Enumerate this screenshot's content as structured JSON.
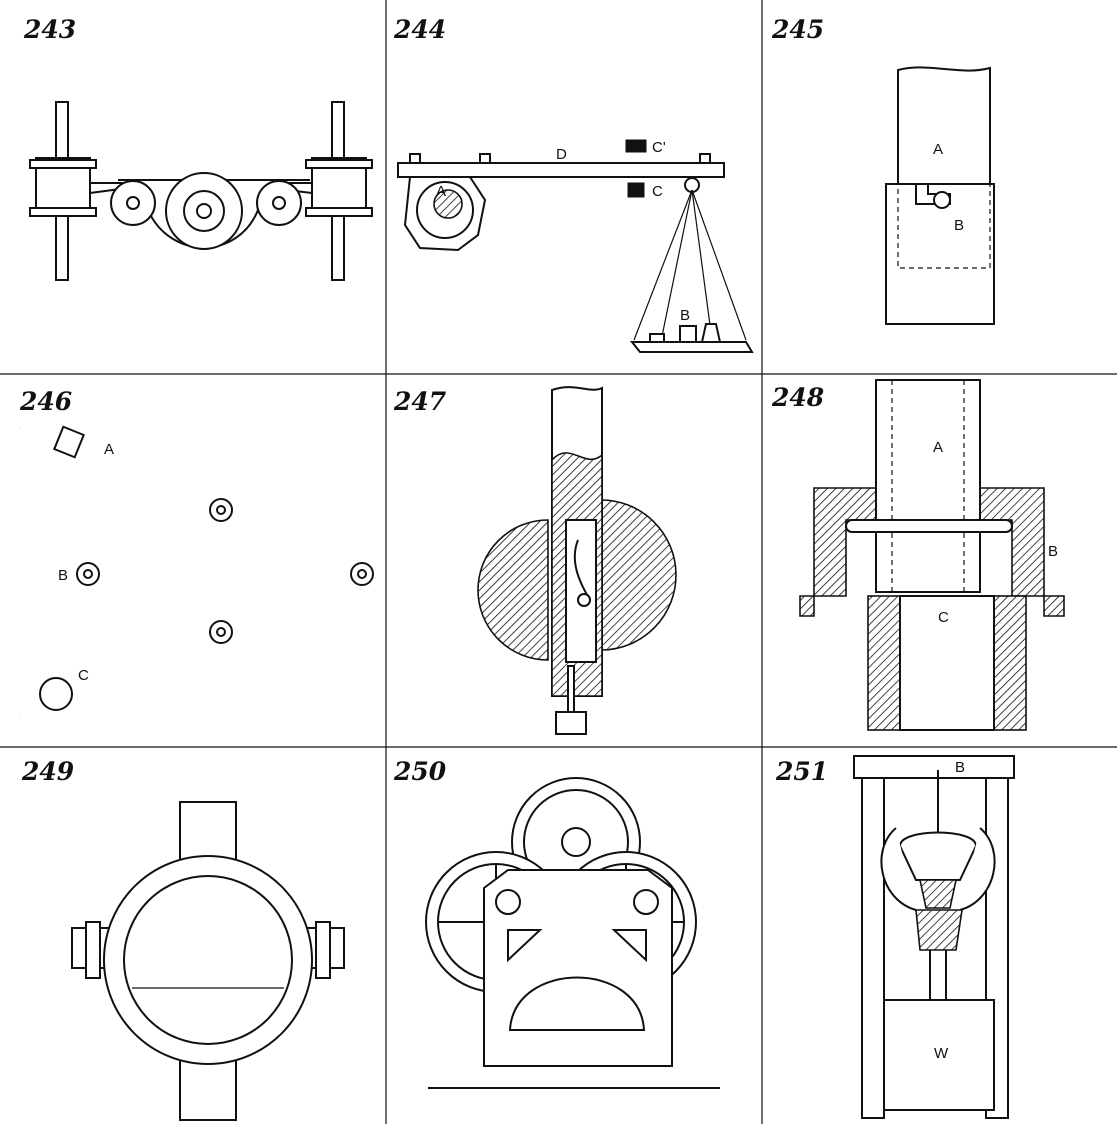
{
  "figures": [
    {
      "number": "243",
      "labels": []
    },
    {
      "number": "244",
      "labels": [
        "D",
        "C'",
        "A",
        "C",
        "B"
      ]
    },
    {
      "number": "245",
      "labels": [
        "A",
        "B"
      ]
    },
    {
      "number": "246",
      "labels": [
        "A",
        "B",
        "C"
      ]
    },
    {
      "number": "247",
      "labels": []
    },
    {
      "number": "248",
      "labels": [
        "A",
        "B",
        "C"
      ]
    },
    {
      "number": "249",
      "labels": []
    },
    {
      "number": "250",
      "labels": []
    },
    {
      "number": "251",
      "labels": [
        "B",
        "W"
      ]
    }
  ]
}
